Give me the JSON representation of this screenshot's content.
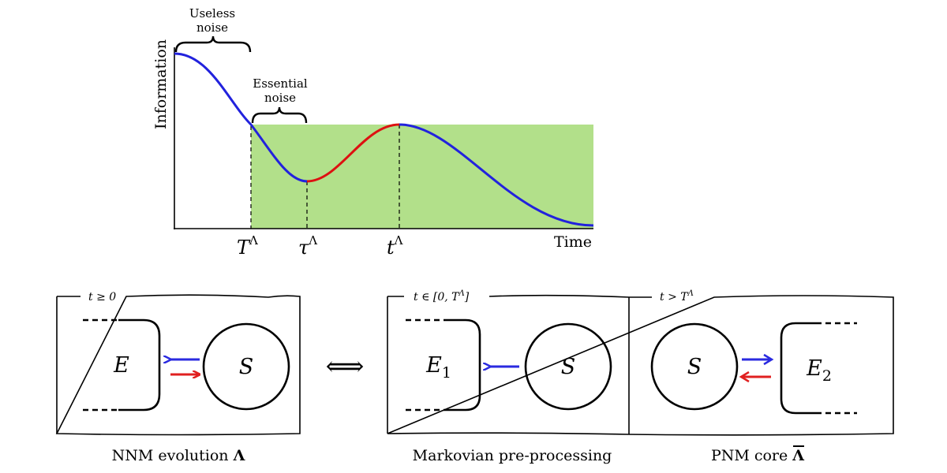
{
  "plot": {
    "ylabel": "Information",
    "xlabel": "Time",
    "annotations": {
      "useless_line1": "Useless",
      "useless_line2": "noise",
      "essential_line1": "Essential",
      "essential_line2": "noise"
    },
    "ticks": [
      {
        "base": "T",
        "sup": "Λ"
      },
      {
        "base": "τ",
        "sup": "Λ"
      },
      {
        "base": "t",
        "sup": "Λ"
      }
    ]
  },
  "panels": {
    "nnm": {
      "time_label": "t ≥ 0",
      "env_label": "E",
      "sys_label": "S",
      "caption": "NNM evolution ",
      "caption_symbol": "Λ"
    },
    "equivalence_symbol": "⟺",
    "markov": {
      "time_label": "t ∈ [0, T",
      "time_label_sup": "Λ",
      "time_label_end": "]",
      "env_label": "E",
      "env_sub": "1",
      "sys_label": "S",
      "caption": "Markovian pre-processing"
    },
    "pnm": {
      "time_label": "t > T",
      "time_label_sup": "Λ",
      "env_label": "E",
      "env_sub": "2",
      "sys_label": "S",
      "caption": "PNM core ",
      "caption_symbol": "Λ"
    }
  },
  "colors": {
    "curve_blue": "#2222dd",
    "curve_red": "#dd1111",
    "shade_green": "#b2e08a",
    "arrow_blue": "#2a2ae0",
    "arrow_red": "#e02020"
  }
}
